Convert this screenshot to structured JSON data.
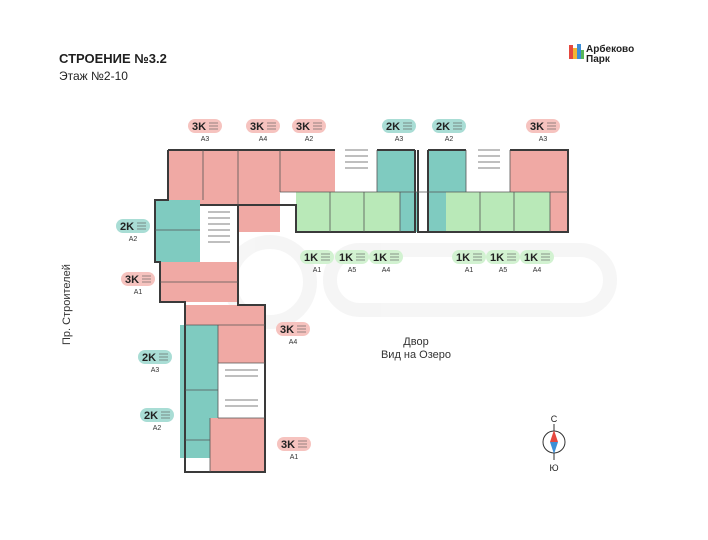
{
  "header": {
    "title": "СТРОЕНИЕ №3.2",
    "subtitle": "Этаж №2-10"
  },
  "brand": {
    "line1": "Арбеково",
    "line2": "Парк",
    "colors": [
      "#e5483f",
      "#f2b632",
      "#3c8fd6",
      "#57b65a"
    ]
  },
  "labels": {
    "street": "Пр. Строителей",
    "yard_line1": "Двор",
    "yard_line2": "Вид на Озеро",
    "compass_north": "С",
    "compass_south": "Ю"
  },
  "colors": {
    "three_room": "#f0a9a4",
    "three_room_tag": "#f6c3bf",
    "two_room": "#7fcbc0",
    "two_room_tag": "#a9ddd5",
    "one_room": "#b9e9b8",
    "one_room_tag": "#d2f2d1",
    "core": "#ffffff",
    "wall": "#3a3a3a"
  },
  "tags": [
    {
      "id": "3k-a3-top",
      "type": "3K",
      "code": "А3",
      "kind": "three"
    },
    {
      "id": "3k-a4-top",
      "type": "3K",
      "code": "А4",
      "kind": "three"
    },
    {
      "id": "3k-a2-top",
      "type": "3K",
      "code": "А2",
      "kind": "three"
    },
    {
      "id": "2k-a3-top",
      "type": "2K",
      "code": "А3",
      "kind": "two"
    },
    {
      "id": "2k-a2-top",
      "type": "2K",
      "code": "А2",
      "kind": "two"
    },
    {
      "id": "3k-a3-right",
      "type": "3K",
      "code": "А3",
      "kind": "three"
    },
    {
      "id": "2k-a2-left",
      "type": "2K",
      "code": "А2",
      "kind": "two"
    },
    {
      "id": "3k-a1-left",
      "type": "3K",
      "code": "А1",
      "kind": "three"
    },
    {
      "id": "1k-a1-l",
      "type": "1K",
      "code": "А1",
      "kind": "one"
    },
    {
      "id": "1k-a5-l",
      "type": "1K",
      "code": "А5",
      "kind": "one"
    },
    {
      "id": "1k-a4-l",
      "type": "1K",
      "code": "А4",
      "kind": "one"
    },
    {
      "id": "1k-a1-r",
      "type": "1K",
      "code": "А1",
      "kind": "one"
    },
    {
      "id": "1k-a5-r",
      "type": "1K",
      "code": "А5",
      "kind": "one"
    },
    {
      "id": "1k-a4-r",
      "type": "1K",
      "code": "А4",
      "kind": "one"
    },
    {
      "id": "3k-a4-mid",
      "type": "3K",
      "code": "А4",
      "kind": "three"
    },
    {
      "id": "2k-a3-low",
      "type": "2K",
      "code": "А3",
      "kind": "two"
    },
    {
      "id": "2k-a2-low",
      "type": "2K",
      "code": "А2",
      "kind": "two"
    },
    {
      "id": "3k-a1-low",
      "type": "3K",
      "code": "А1",
      "kind": "three"
    }
  ]
}
